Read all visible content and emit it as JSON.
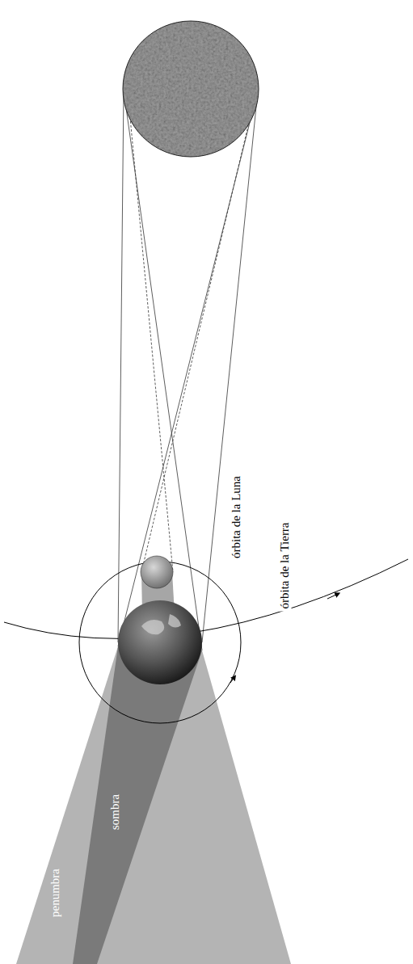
{
  "diagram": {
    "labels": [
      "penumbra",
      "sombra",
      "órbita de la Luna",
      "órbita de la Tierra"
    ]
  }
}
